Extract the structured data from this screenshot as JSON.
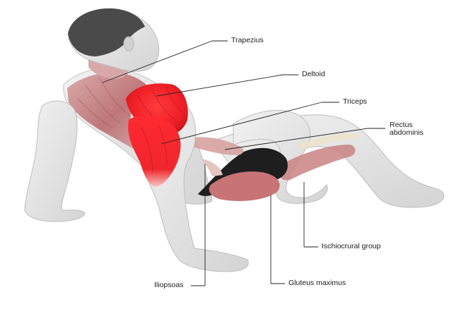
{
  "labels": {
    "trapezius": "Trapezius",
    "deltoid": "Deltoid",
    "triceps": "Triceps",
    "rectus_line1": "Rectus",
    "rectus_line2": "abdominis",
    "ischiocrural": "Ischiocrural group",
    "iliopsoas": "Iliopsoas",
    "gluteus": "Gluteus maximus"
  },
  "colors": {
    "skin": "#e6e6e6",
    "skin_shadow": "#c9c9c9",
    "hair": "#4a4a4a",
    "shorts": "#1e1e1e",
    "muscle_highlight": "#f2262d",
    "muscle_secondary": "#b85a5e",
    "leader_line": "#222222"
  }
}
